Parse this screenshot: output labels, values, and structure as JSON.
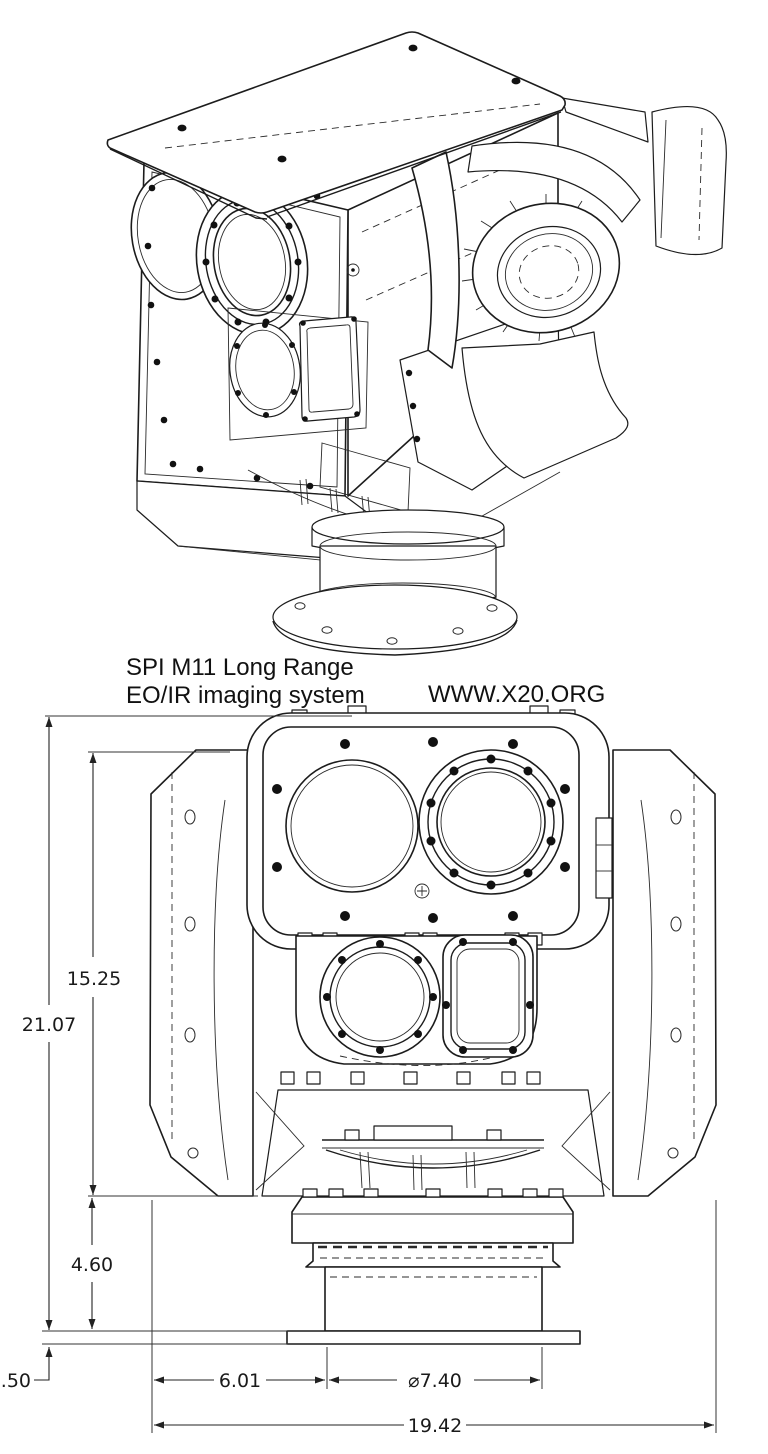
{
  "product": {
    "title_line1": "SPI M11 Long Range",
    "title_line2": "EO/IR imaging system",
    "website": "WWW.X20.ORG"
  },
  "dimensions": {
    "overall_height": "21.07",
    "upper_height": "15.25",
    "base_height": "4.60",
    "plate_thickness": ".50",
    "arm_to_pedestal": "6.01",
    "pedestal_diameter": "⌀7.40",
    "overall_width": "19.42"
  },
  "colors": {
    "line": "#1c1c1c",
    "dimension_text": "#1a1a1a",
    "background": "#ffffff"
  }
}
